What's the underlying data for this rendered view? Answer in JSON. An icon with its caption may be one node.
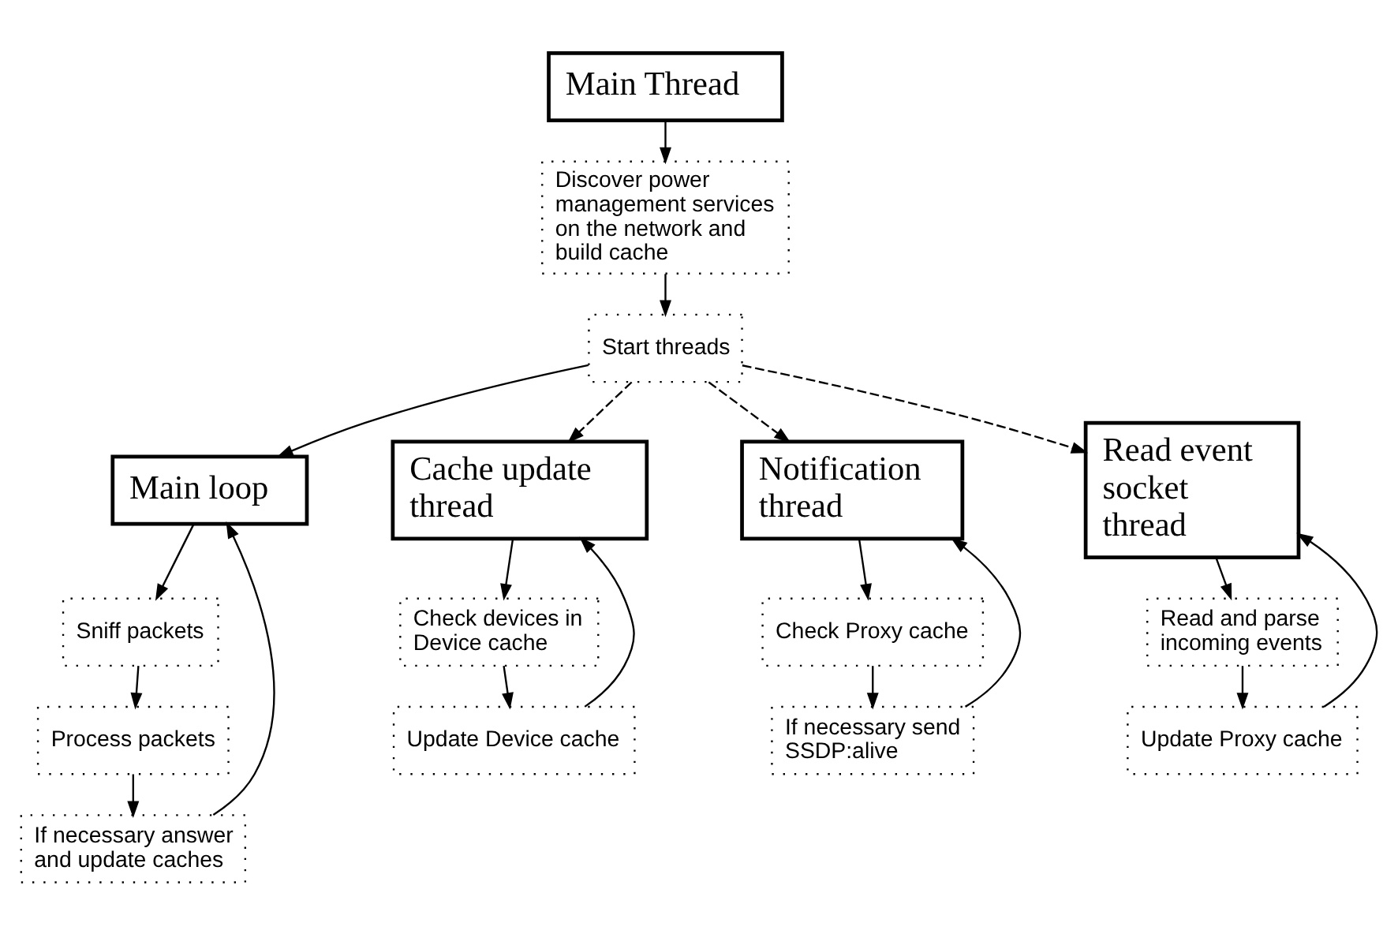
{
  "diagram": {
    "nodes": [
      {
        "text": [
          "Main Thread"
        ]
      },
      {
        "text": [
          "Discover power management services on the network and build cache"
        ]
      },
      {
        "text": [
          "Start threads"
        ]
      },
      {
        "text": [
          "Main loop"
        ]
      },
      {
        "text": [
          "Sniff packets"
        ]
      },
      {
        "text": [
          "Process packets"
        ]
      },
      {
        "text": [
          "If necessary answer and update caches"
        ]
      },
      {
        "text": [
          "Cache update thread"
        ]
      },
      {
        "text": [
          "Check devices in Device cache"
        ]
      },
      {
        "text": [
          "Update Device cache"
        ]
      },
      {
        "text": [
          "Notification thread"
        ]
      },
      {
        "text": [
          "Check Proxy cache"
        ]
      },
      {
        "text": [
          "If necessary send SSDP:alive"
        ]
      },
      {
        "text": [
          "Read event socket thread"
        ]
      },
      {
        "text": [
          "Read and parse incoming events"
        ]
      },
      {
        "text": [
          "Update Proxy cache"
        ]
      }
    ],
    "edges": [
      {
        "from": 0,
        "to": 1,
        "arrow": "to"
      },
      {
        "from": 1,
        "to": 2,
        "arrow": "to"
      },
      {
        "from": 2,
        "to": 3,
        "arrow": "to"
      },
      {
        "from": 3,
        "to": 4,
        "arrow": "to"
      },
      {
        "from": 4,
        "to": 5,
        "arrow": "to"
      },
      {
        "from": 5,
        "to": 6,
        "arrow": "to"
      },
      {
        "from": 6,
        "to": 3,
        "arrow": "to"
      },
      {
        "from": 2,
        "to": 7,
        "arrow": "to",
        "style": "dashed"
      },
      {
        "from": 2,
        "to": 10,
        "arrow": "to",
        "style": "dashed"
      },
      {
        "from": 2,
        "to": 13,
        "arrow": "to",
        "style": "dashed"
      },
      {
        "from": 7,
        "to": 8,
        "arrow": "to"
      },
      {
        "from": 8,
        "to": 9,
        "arrow": "to"
      },
      {
        "from": 9,
        "to": 7,
        "arrow": "to"
      },
      {
        "from": 10,
        "to": 11,
        "arrow": "to"
      },
      {
        "from": 11,
        "to": 12,
        "arrow": "to"
      },
      {
        "from": 12,
        "to": 10,
        "arrow": "to"
      },
      {
        "from": 13,
        "to": 14,
        "arrow": "to"
      },
      {
        "from": 14,
        "to": 15,
        "arrow": "to"
      },
      {
        "from": 15,
        "to": 13,
        "arrow": "to"
      }
    ]
  }
}
